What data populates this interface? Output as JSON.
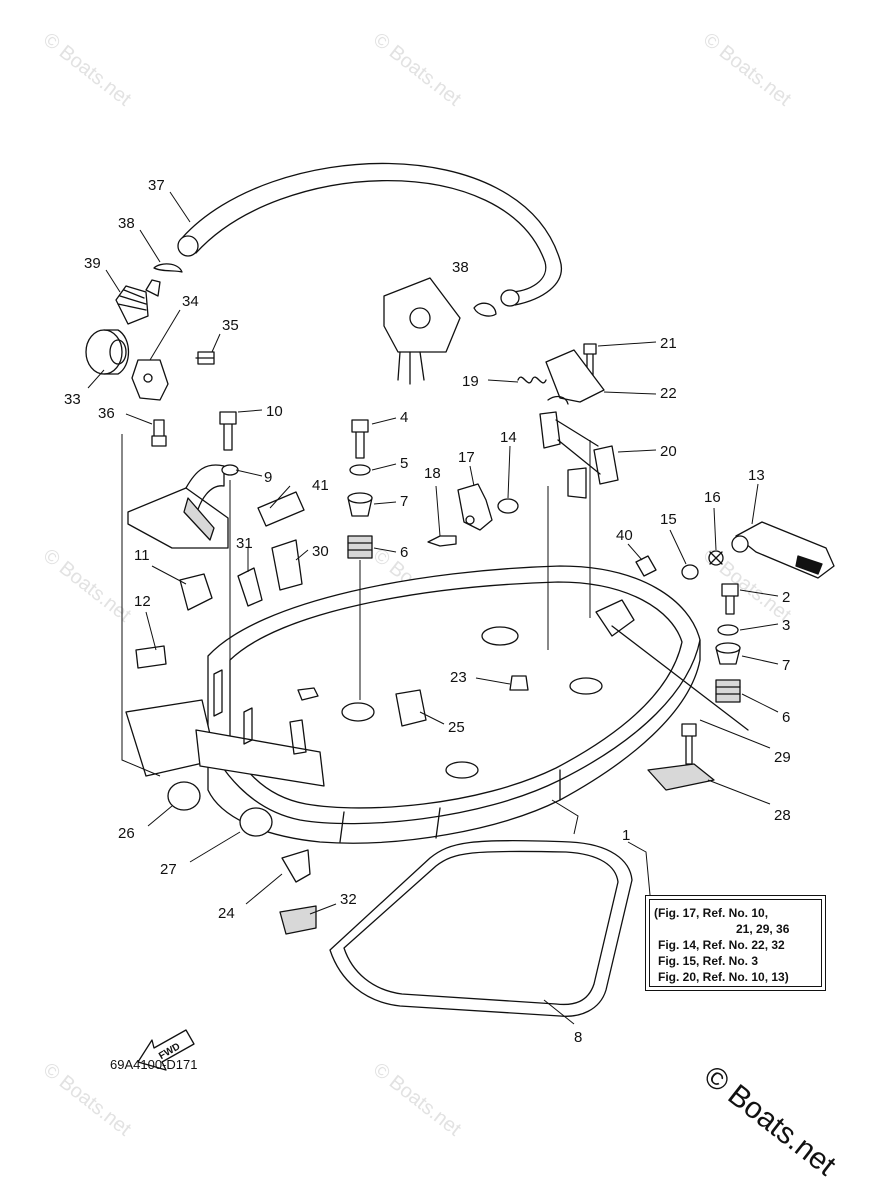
{
  "watermarks": {
    "small": "© Boats.net",
    "large": "© Boats.net"
  },
  "diagram_code": "69A4100-D171",
  "fwd_label": "FWD",
  "callouts": {
    "c1": "1",
    "c2": "2",
    "c3": "3",
    "c4": "4",
    "c5": "5",
    "c6a": "6",
    "c6b": "6",
    "c7a": "7",
    "c7b": "7",
    "c8": "8",
    "c9": "9",
    "c10": "10",
    "c11": "11",
    "c12": "12",
    "c13": "13",
    "c14": "14",
    "c15": "15",
    "c16": "16",
    "c17": "17",
    "c18": "18",
    "c19": "19",
    "c20": "20",
    "c21": "21",
    "c22": "22",
    "c23": "23",
    "c24": "24",
    "c25": "25",
    "c26": "26",
    "c27": "27",
    "c28": "28",
    "c29": "29",
    "c30": "30",
    "c31": "31",
    "c32": "32",
    "c33": "33",
    "c34": "34",
    "c35": "35",
    "c36": "36",
    "c37": "37",
    "c38a": "38",
    "c38b": "38",
    "c39": "39",
    "c40": "40",
    "c41": "41"
  },
  "notes": [
    "(Fig. 17, Ref. No. 10,",
    "21, 29, 36",
    "Fig. 14, Ref. No. 22, 32",
    "Fig. 15, Ref. No. 3",
    "Fig. 20, Ref. No. 10, 13)"
  ]
}
